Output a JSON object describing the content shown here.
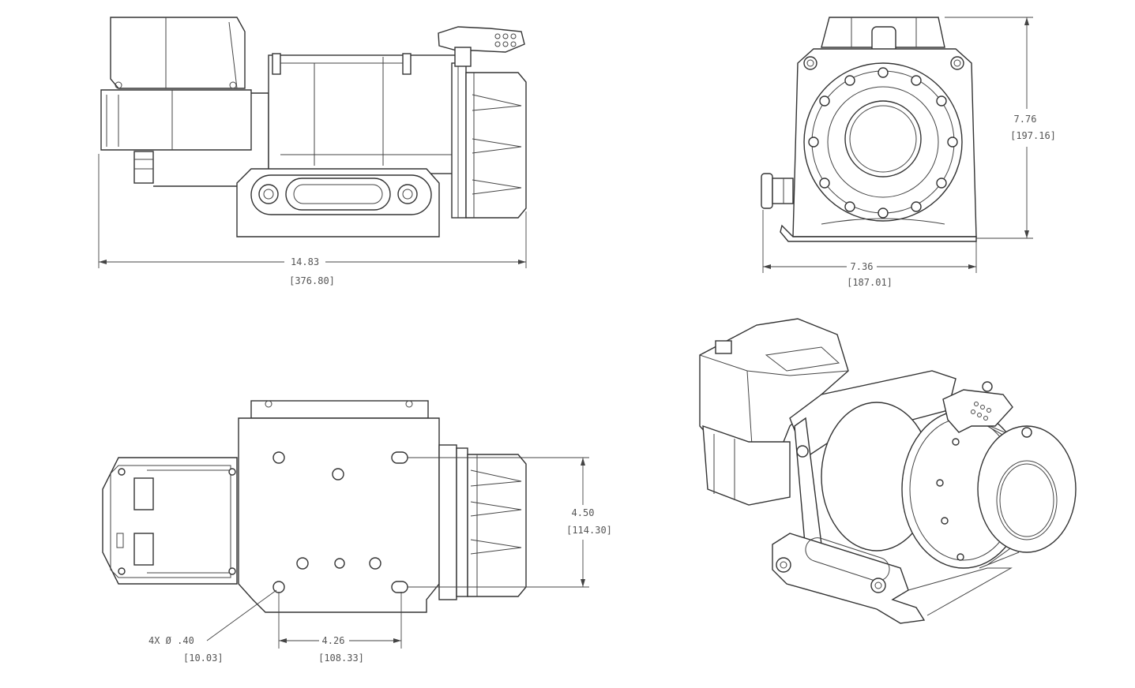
{
  "dimensions": {
    "overall_length": {
      "value": "14.83",
      "metric": "[376.80]"
    },
    "overall_width": {
      "value": "7.36",
      "metric": "[187.01]"
    },
    "overall_height": {
      "value": "7.76",
      "metric": "[197.16]"
    },
    "mount_hole_spacing_vertical": {
      "value": "4.50",
      "metric": "[114.30]"
    },
    "mount_hole_spacing_horizontal": {
      "value": "4.26",
      "metric": "[108.33]"
    },
    "mount_hole_diameter": {
      "value": "4X  Ø .40",
      "metric": "[10.03]"
    }
  }
}
